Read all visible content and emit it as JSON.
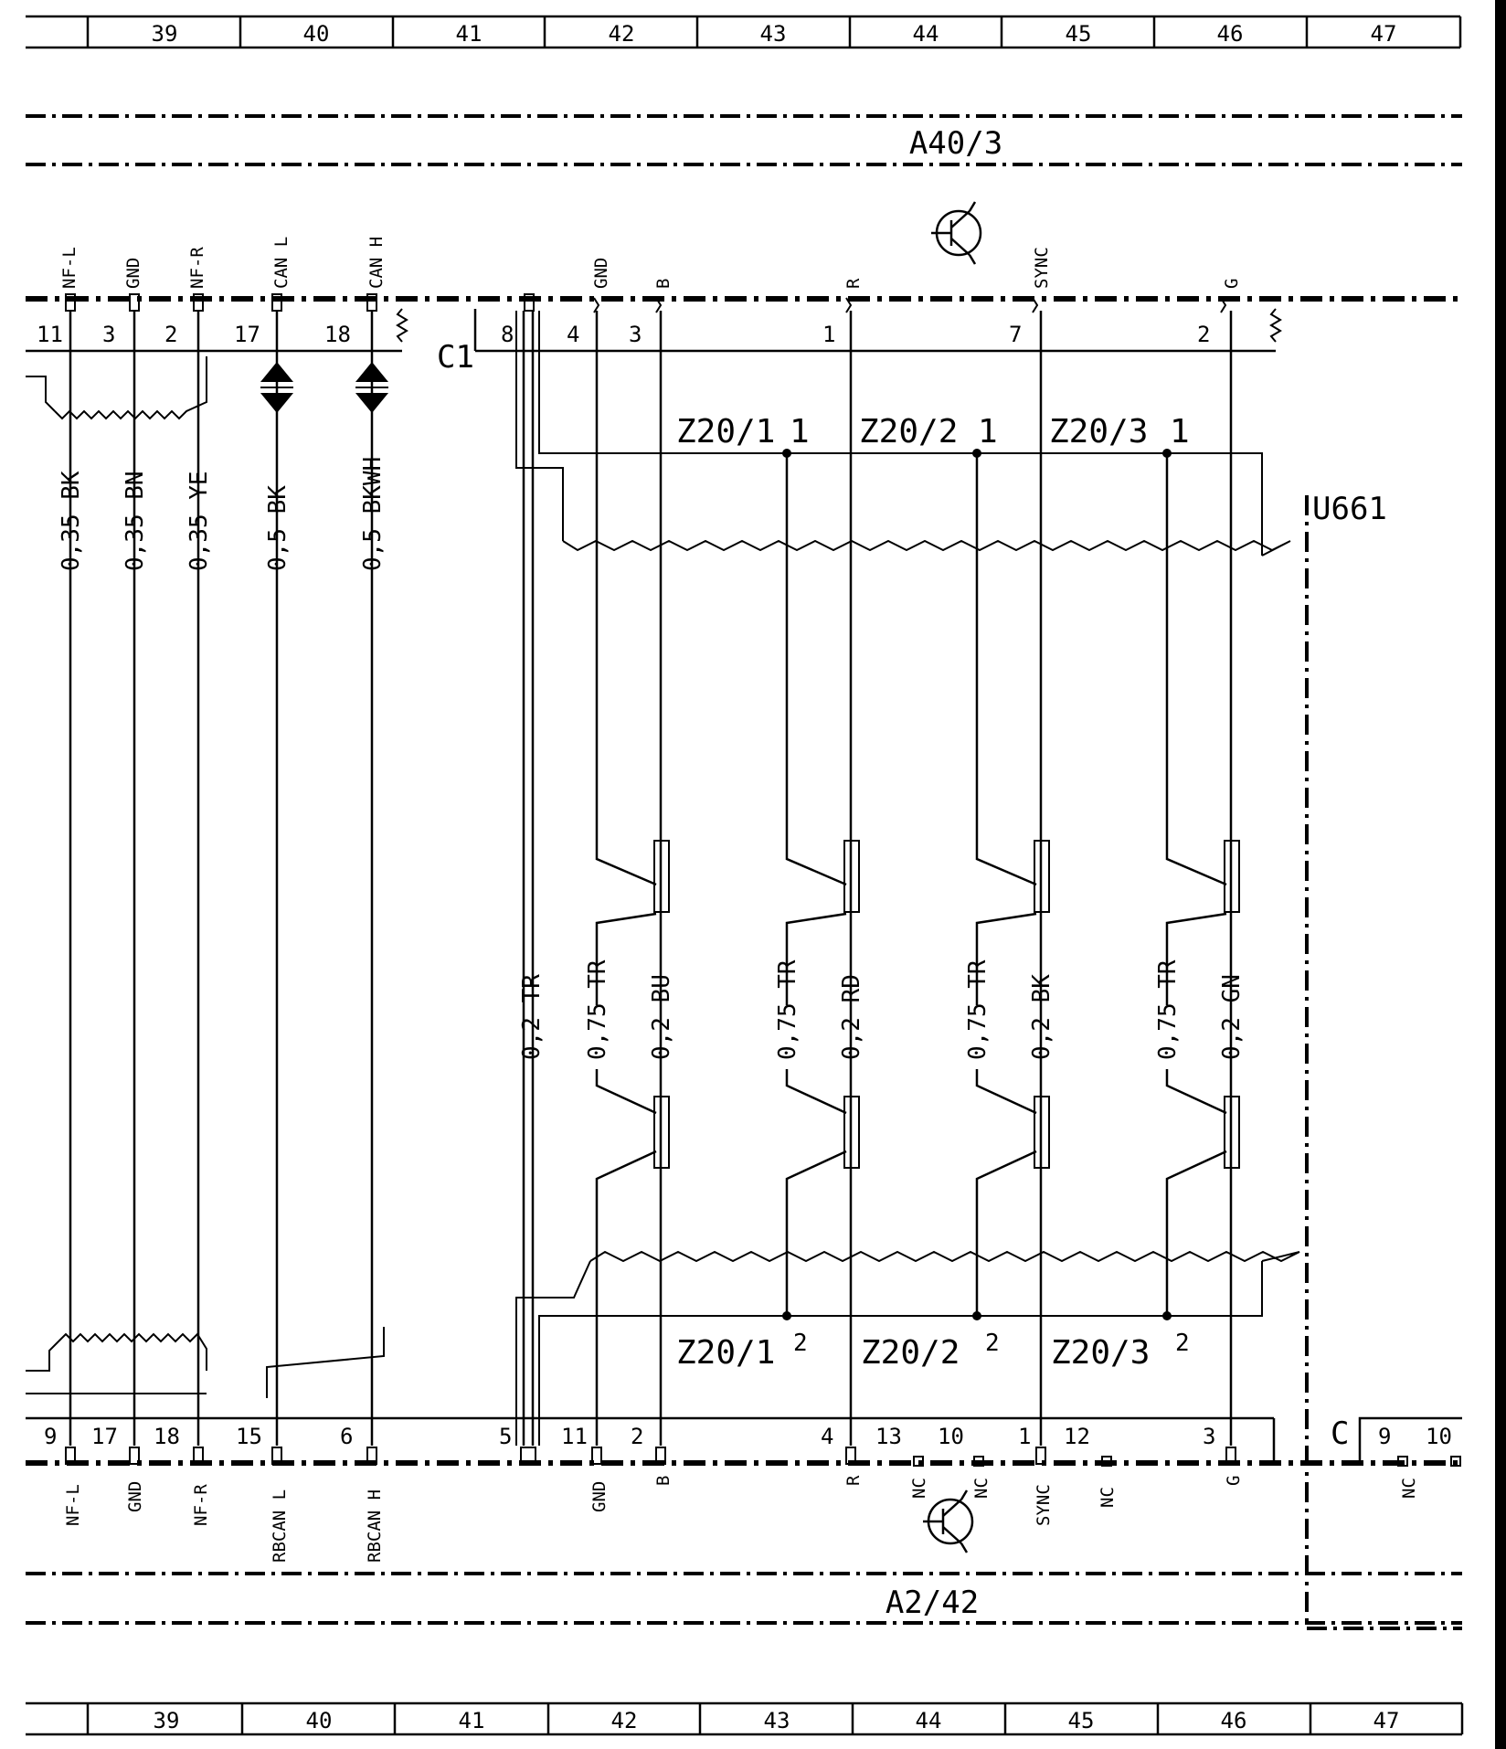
{
  "grid": {
    "columns": [
      "39",
      "40",
      "41",
      "42",
      "43",
      "44",
      "45",
      "46",
      "47"
    ]
  },
  "modules": {
    "top": "A40/3",
    "bottom": "A2/42",
    "right": "U661"
  },
  "connectors": {
    "top_right": "C1",
    "bottom_right": "C"
  },
  "top_left_pins": [
    {
      "pin": "11",
      "signal": "NF-L"
    },
    {
      "pin": "3",
      "signal": "GND"
    },
    {
      "pin": "2",
      "signal": "NF-R"
    },
    {
      "pin": "17",
      "signal": "CAN L"
    },
    {
      "pin": "18",
      "signal": "CAN H"
    }
  ],
  "top_right_pins": [
    {
      "pin": "8",
      "signal": ""
    },
    {
      "pin": "4",
      "signal": "GND"
    },
    {
      "pin": "3",
      "signal": "B"
    },
    {
      "pin": "1",
      "signal": "R"
    },
    {
      "pin": "7",
      "signal": "SYNC"
    },
    {
      "pin": "2",
      "signal": "G"
    }
  ],
  "bottom_left_pins": [
    {
      "pin": "9",
      "signal": "NF-L"
    },
    {
      "pin": "17",
      "signal": "GND"
    },
    {
      "pin": "18",
      "signal": "NF-R"
    },
    {
      "pin": "15",
      "signal": "RBCAN L"
    },
    {
      "pin": "6",
      "signal": "RBCAN H"
    }
  ],
  "bottom_right_pins": [
    {
      "pin": "5",
      "signal": ""
    },
    {
      "pin": "11",
      "signal": "GND"
    },
    {
      "pin": "2",
      "signal": "B"
    },
    {
      "pin": "4",
      "signal": "R"
    },
    {
      "pin": "13",
      "signal": "NC"
    },
    {
      "pin": "10",
      "signal": "NC"
    },
    {
      "pin": "1",
      "signal": "SYNC"
    },
    {
      "pin": "12",
      "signal": "NC"
    },
    {
      "pin": "3",
      "signal": "G"
    }
  ],
  "bottom_far_pins": [
    {
      "pin": "9",
      "signal": "NC"
    },
    {
      "pin": "10",
      "signal": ""
    }
  ],
  "left_wires": [
    "0,35 BK",
    "0,35 BN",
    "0,35 YE",
    "0,5 BK",
    "0,5 BKWH"
  ],
  "right_wires": {
    "tr_main": "0,2 TR",
    "shields": [
      "0,75 TR",
      "0,75 TR",
      "0,75 TR",
      "0,75 TR"
    ],
    "cores": [
      "0,2 BU",
      "0,2 RD",
      "0,2 BK",
      "0,2 GN"
    ]
  },
  "splices_top": [
    {
      "name": "Z20/1",
      "pin": "1"
    },
    {
      "name": "Z20/2",
      "pin": "1"
    },
    {
      "name": "Z20/3",
      "pin": "1"
    }
  ],
  "splices_bottom": [
    {
      "name": "Z20/1",
      "pin": "2"
    },
    {
      "name": "Z20/2",
      "pin": "2"
    },
    {
      "name": "Z20/3",
      "pin": "2"
    }
  ]
}
